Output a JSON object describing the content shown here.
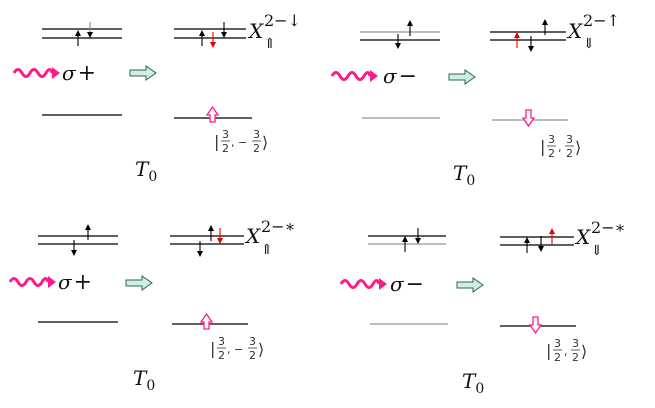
{
  "panels": [
    {
      "id": "tl",
      "polarization": "σ",
      "polarization_sign": "+",
      "exciton_symbol": "X",
      "exciton_sup": "2−↓",
      "exciton_sub": "⇑",
      "triplet_symbol": "T",
      "triplet_sub": "0",
      "ket": {
        "open": "|",
        "n1": "3",
        "d1": "2",
        "sep": ", −",
        "n2": "3",
        "d2": "2",
        "close": "⟩"
      },
      "colors": {
        "laser": "#ff1a8c",
        "hole_arrow": "#ff1a8c",
        "red_arrow": "#e60000",
        "ground_line": "#000000"
      }
    },
    {
      "id": "tr",
      "polarization": "σ",
      "polarization_sign": "−",
      "exciton_symbol": "X",
      "exciton_sup": "2−↑",
      "exciton_sub": "⇓",
      "triplet_symbol": "T",
      "triplet_sub": "0",
      "ket": {
        "open": "|",
        "n1": "3",
        "d1": "2",
        "sep": ",",
        "n2": "3",
        "d2": "2",
        "close": "⟩"
      },
      "colors": {
        "laser": "#ff1a8c",
        "hole_arrow": "#ff1a8c",
        "red_arrow": "#e60000",
        "ground_line": "#8a9a9a"
      }
    },
    {
      "id": "bl",
      "polarization": "σ",
      "polarization_sign": "+",
      "exciton_symbol": "X",
      "exciton_sup": "2−∗",
      "exciton_sub": "⇑",
      "triplet_symbol": "T",
      "triplet_sub": "0",
      "ket": {
        "open": "|",
        "n1": "3",
        "d1": "2",
        "sep": ", −",
        "n2": "3",
        "d2": "2",
        "close": "⟩"
      },
      "colors": {
        "laser": "#ff1a8c",
        "hole_arrow": "#ff1a8c",
        "red_arrow": "#e60000",
        "ground_line": "#000000"
      }
    },
    {
      "id": "br",
      "polarization": "σ",
      "polarization_sign": "−",
      "exciton_symbol": "X",
      "exciton_sup": "2−∗",
      "exciton_sub": "⇓",
      "triplet_symbol": "T",
      "triplet_sub": "0",
      "ket": {
        "open": "|",
        "n1": "3",
        "d1": "2",
        "sep": ",",
        "n2": "3",
        "d2": "2",
        "close": "⟩"
      },
      "colors": {
        "laser": "#ff1a8c",
        "hole_arrow": "#ff1a8c",
        "red_arrow": "#e60000",
        "ground_line": "#8a9a9a"
      }
    }
  ],
  "colors": {
    "process_arrow_fill": "#cfeee0",
    "process_arrow_stroke": "#2a6a50"
  }
}
